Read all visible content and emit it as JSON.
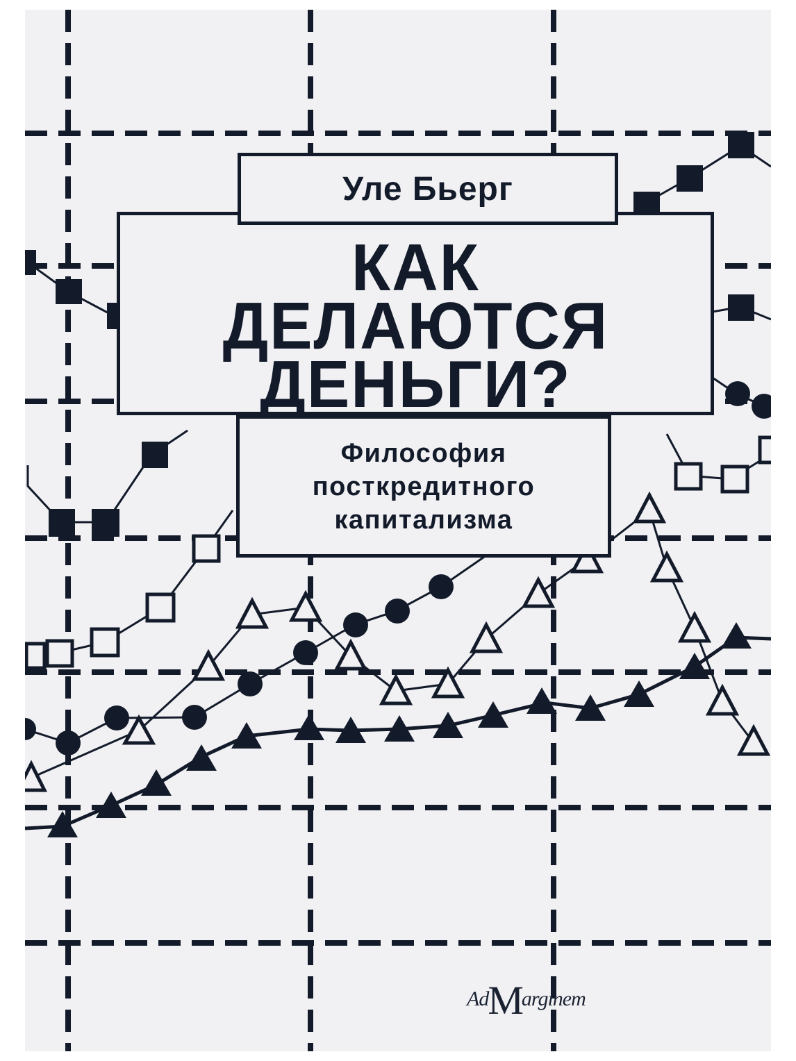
{
  "cover": {
    "author": "Уле Бьерг",
    "title_lines": [
      "КАК",
      "ДЕЛАЮТСЯ",
      "ДЕНЬГИ?"
    ],
    "subtitle_lines": [
      "Философия",
      "посткредитного",
      "капитализма"
    ],
    "publisher": {
      "prefix": "Ad",
      "initial": "M",
      "rest": "arginem"
    }
  },
  "colors": {
    "ink": "#131b2a",
    "paper": "#f1f1f4",
    "border": "#ffffff"
  },
  "graphic": {
    "grid_vertical_x": [
      98,
      447,
      797
    ],
    "grid_horizontal_y": [
      192,
      383,
      578,
      775,
      968,
      1163,
      1358
    ],
    "series": [
      {
        "name": "filled-squares",
        "marker": "square-filled"
      },
      {
        "name": "open-squares",
        "marker": "square-open"
      },
      {
        "name": "filled-circles",
        "marker": "circle-filled"
      },
      {
        "name": "open-triangles",
        "marker": "triangle-open"
      },
      {
        "name": "filled-triangles",
        "marker": "triangle-filled"
      }
    ]
  }
}
